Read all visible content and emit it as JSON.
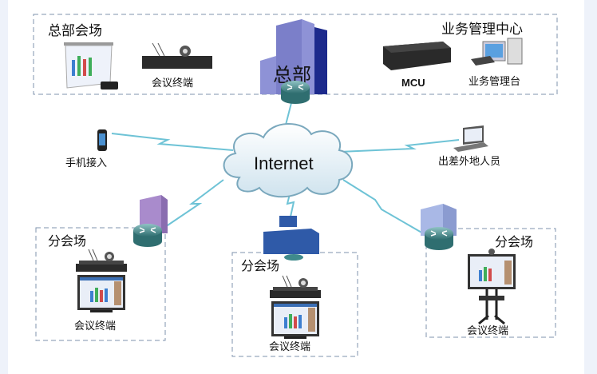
{
  "headquarters": {
    "venue_label": "总部会场",
    "terminal_label": "会议终端",
    "building_label": "总部",
    "management_center_label": "业务管理中心",
    "mcu_label": "MCU",
    "console_label": "业务管理台"
  },
  "network": {
    "cloud_label": "Internet",
    "mobile_label": "手机接入",
    "remote_label": "出差外地人员"
  },
  "branches": [
    {
      "venue_label": "分会场",
      "terminal_label": "会议终端"
    },
    {
      "venue_label": "分会场",
      "terminal_label": "会议终端"
    },
    {
      "venue_label": "分会场",
      "terminal_label": "会议终端"
    }
  ],
  "colors": {
    "link": "#6ec3d6",
    "box_border": "#7f93ad",
    "hq_building": "#7b7fc9",
    "branch_building_left": "#a98bcc",
    "branch_building_center": "#2f5aa8",
    "branch_building_right": "#a9b8e6",
    "router": "#3f8a8c"
  }
}
